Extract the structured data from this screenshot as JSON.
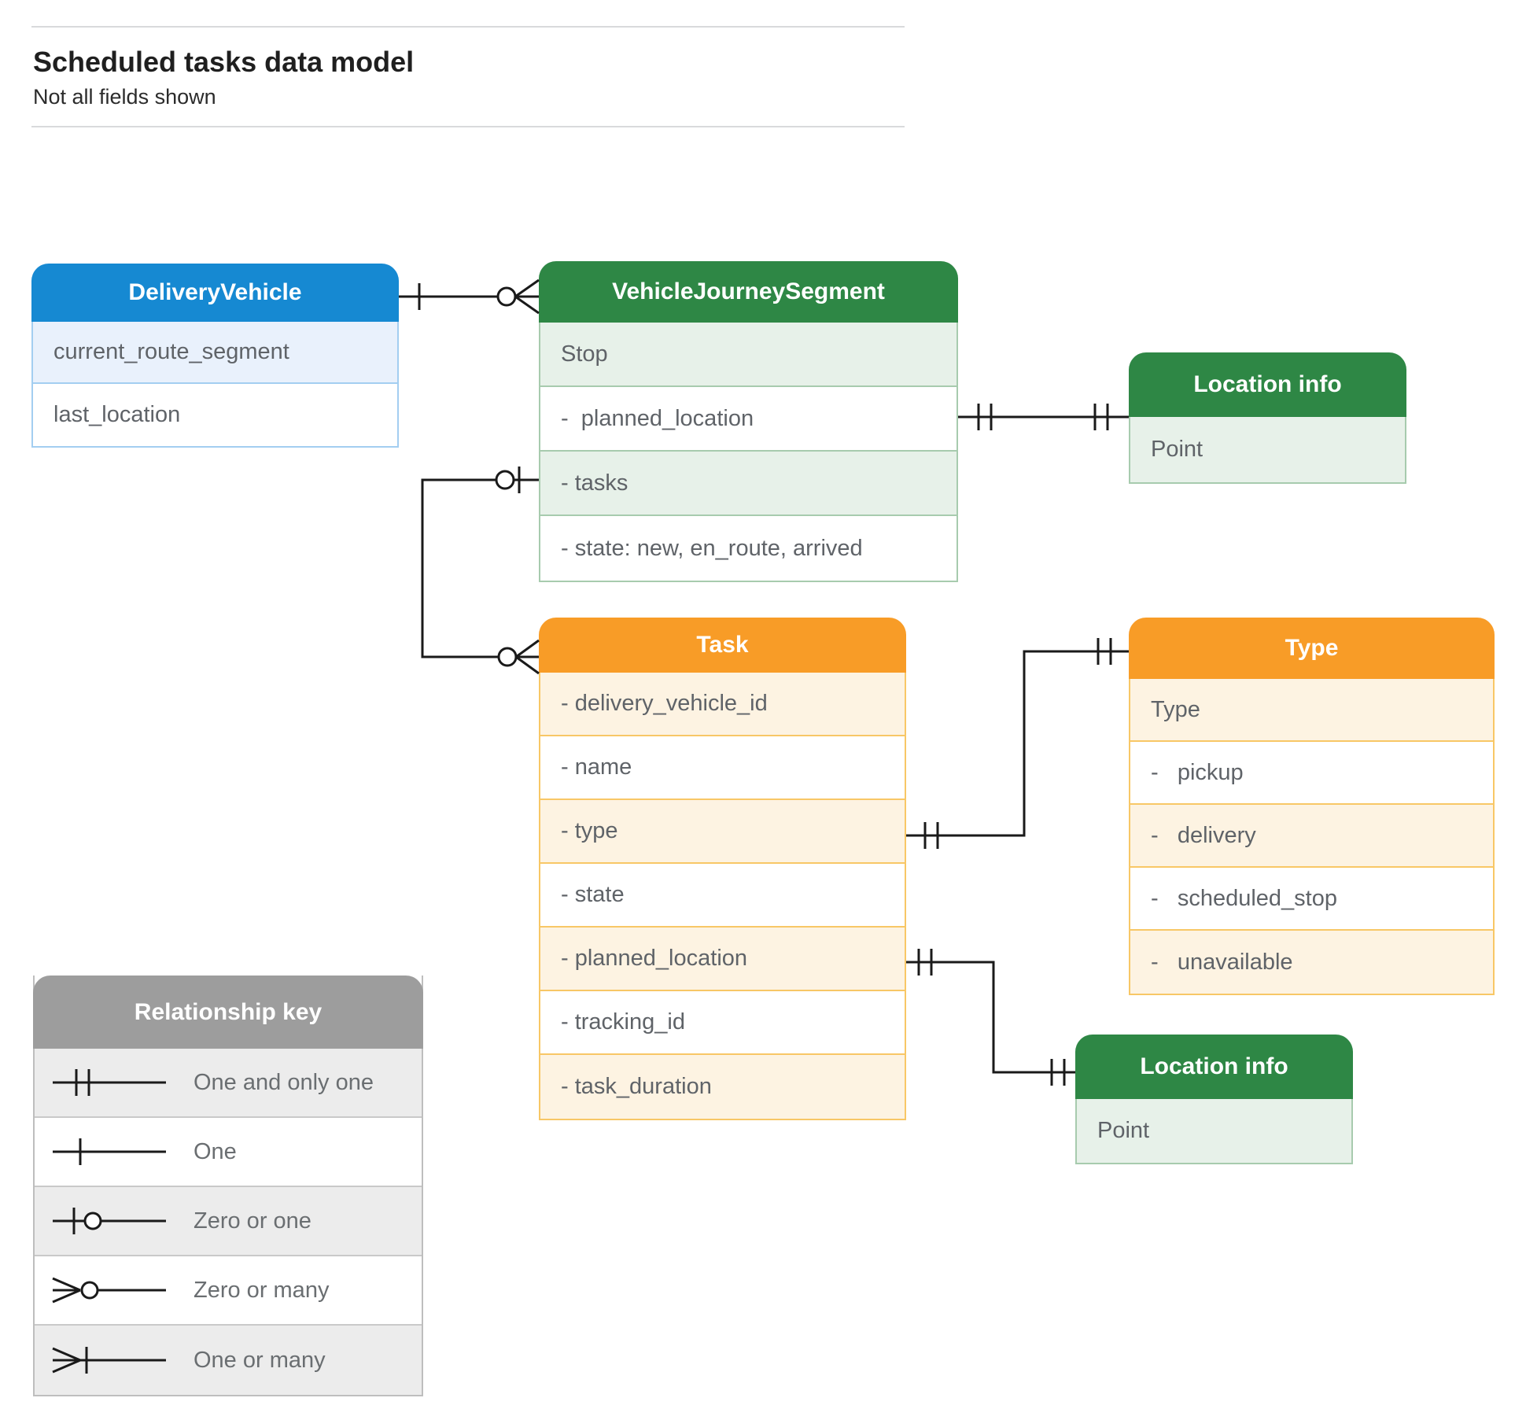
{
  "header": {
    "title": "Scheduled tasks data model",
    "subtitle": "Not all fields shown"
  },
  "colors": {
    "blue_header": "#1689d2",
    "green_header": "#2e8745",
    "orange_header": "#f89c27",
    "gray_header": "#9d9d9d",
    "blue_tint": "#e9f1fc",
    "green_tint": "#e7f1e9",
    "orange_tint": "#fdf3e2",
    "gray_tint": "#ececec",
    "field_text": "#5f6368",
    "connector": "#1a1a1a"
  },
  "entities": [
    {
      "title": "DeliveryVehicle",
      "theme": "blue",
      "fields": [
        {
          "label": "current_route_segment"
        },
        {
          "label": "last_location"
        }
      ]
    },
    {
      "title": "VehicleJourneySegment",
      "theme": "green",
      "fields": [
        {
          "label": "Stop"
        },
        {
          "label": "-  planned_location"
        },
        {
          "label": "- tasks"
        },
        {
          "label": "- state: new, en_route, arrived"
        }
      ]
    },
    {
      "title": "Location info",
      "theme": "green",
      "fields": [
        {
          "label": "Point"
        }
      ]
    },
    {
      "title": "Task",
      "theme": "orange",
      "fields": [
        {
          "label": "- delivery_vehicle_id"
        },
        {
          "label": "- name"
        },
        {
          "label": "- type"
        },
        {
          "label": "- state"
        },
        {
          "label": "- planned_location"
        },
        {
          "label": "- tracking_id"
        },
        {
          "label": "- task_duration"
        }
      ]
    },
    {
      "title": "Type",
      "theme": "orange",
      "fields": [
        {
          "label": "Type"
        },
        {
          "label": "-   pickup"
        },
        {
          "label": "-   delivery"
        },
        {
          "label": "-   scheduled_stop"
        },
        {
          "label": "-   unavailable"
        }
      ]
    },
    {
      "title": "Location info",
      "theme": "green",
      "fields": [
        {
          "label": "Point"
        }
      ]
    }
  ],
  "legend": {
    "title": "Relationship key",
    "items": [
      {
        "symbol": "one-and-only-one",
        "label": "One and only one"
      },
      {
        "symbol": "one",
        "label": "One"
      },
      {
        "symbol": "zero-or-one",
        "label": "Zero or one"
      },
      {
        "symbol": "zero-or-many",
        "label": "Zero or many"
      },
      {
        "symbol": "one-or-many",
        "label": "One or many"
      }
    ]
  }
}
